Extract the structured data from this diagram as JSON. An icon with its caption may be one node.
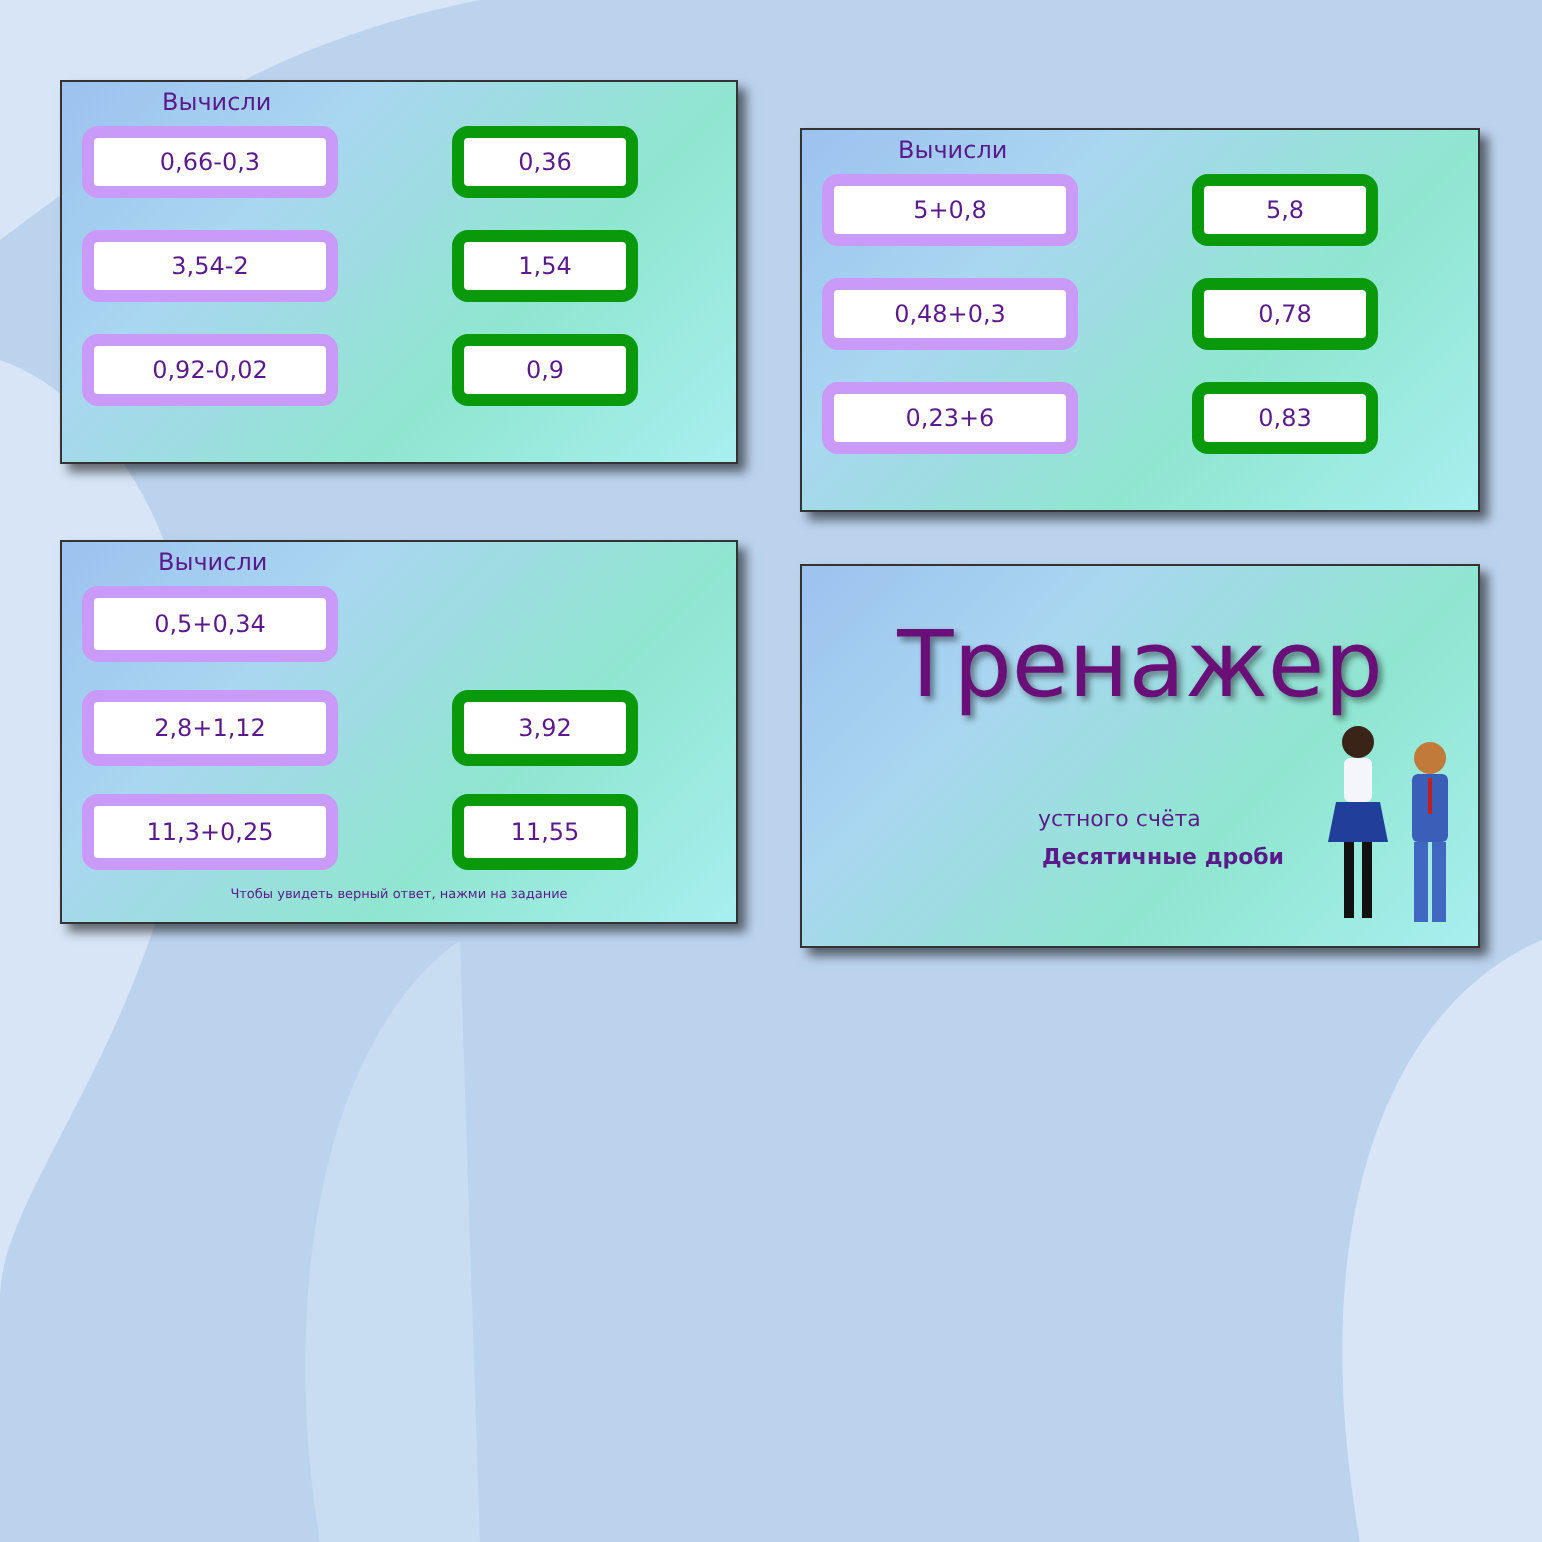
{
  "diagram": {
    "nodes": [
      {
        "text": [
          "Вычисли"
        ]
      },
      {
        "text": [
          "0,66-0,3"
        ],
        "in": 0
      },
      {
        "text": [
          "0,36"
        ],
        "in": 0
      },
      {
        "text": [
          "3,54-2"
        ],
        "in": 0
      },
      {
        "text": [
          "1,54"
        ],
        "in": 0
      },
      {
        "text": [
          "0,92-0,02"
        ],
        "in": 0
      },
      {
        "text": [
          "0,9"
        ],
        "in": 0
      },
      {
        "text": [
          "Вычисли"
        ]
      },
      {
        "text": [
          "5+0,8"
        ],
        "in": 7
      },
      {
        "text": [
          "5,8"
        ],
        "in": 7
      },
      {
        "text": [
          "0,48+0,3"
        ],
        "in": 7
      },
      {
        "text": [
          "0,78"
        ],
        "in": 7
      },
      {
        "text": [
          "0,23+6"
        ],
        "in": 7
      },
      {
        "text": [
          "0,83"
        ],
        "in": 7
      },
      {
        "text": [
          "Вычисли",
          "Чтобы увидеть верный ответ, нажми на задание"
        ]
      },
      {
        "text": [
          "0,5+0,34"
        ],
        "in": 14
      },
      {
        "text": [
          "2,8+1,12"
        ],
        "in": 14
      },
      {
        "text": [
          "3,92"
        ],
        "in": 14
      },
      {
        "text": [
          "11,3+0,25"
        ],
        "in": 14
      },
      {
        "text": [
          "11,55"
        ],
        "in": 14
      },
      {
        "text": [
          "Тренажер",
          "устного счёта",
          "Десятичные дроби"
        ]
      }
    ]
  }
}
